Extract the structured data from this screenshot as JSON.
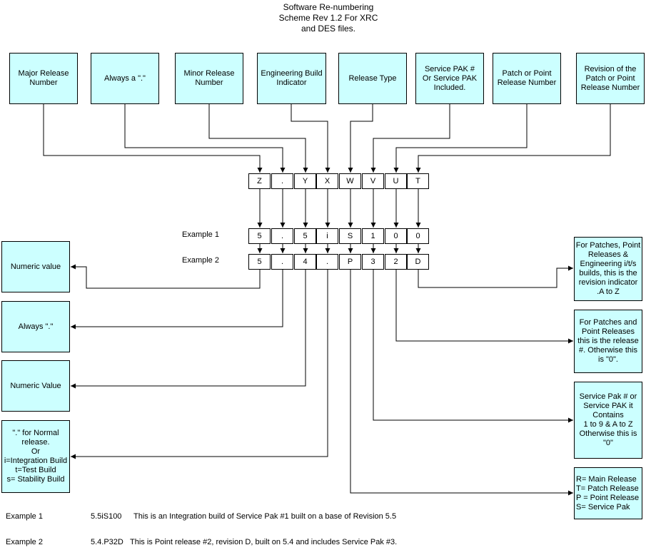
{
  "title": "Software Re-numbering\nScheme Rev 1.2 For XRC\nand DES files.",
  "top_boxes": [
    "Major Release\nNumber",
    "Always a \".\"",
    "Minor Release\nNumber",
    "Engineering Build\nIndicator",
    "Release Type",
    "Service PAK #\nOr Service PAK\nIncluded.",
    "Patch or Point\nRelease Number",
    "Revision of the\nPatch or Point\nRelease Number"
  ],
  "scheme_row": [
    "Z",
    ".",
    "Y",
    "X",
    "W",
    "V",
    "U",
    "T"
  ],
  "example1": {
    "label": "Example 1",
    "cells": [
      "5",
      ".",
      "5",
      "i",
      "S",
      "1",
      "0",
      "0"
    ]
  },
  "example2": {
    "label": "Example 2",
    "cells": [
      "5",
      ".",
      "4",
      ".",
      "P",
      "3",
      "2",
      "D"
    ]
  },
  "left_boxes": [
    "Numeric value",
    "Always \".\"",
    "Numeric Value",
    "\".\" for Normal\nrelease.\n  Or\ni=Integration Build\nt=Test Build\ns= Stability Build"
  ],
  "right_boxes": [
    "For Patches, Point\nReleases &\nEngineering i/t/s\nbuilds, this is the\nrevision indicator\n.A to Z",
    "For Patches and\nPoint Releases\nthis is the release\n#. Otherwise this\nis \"0\".",
    "Service Pak # or\nService PAK it\nContains\n1 to 9 & A to Z\nOtherwise this is\n\"0\"",
    "R= Main Release\nT= Patch Release\nP = Point Release\nS= Service Pak"
  ],
  "footer": [
    {
      "label": "Example 1",
      "code": "5.5iS100",
      "desc": "This is an Integration build of Service Pak #1 built on a base of Revision 5.5"
    },
    {
      "label": "Example 2",
      "code": "5.4.P32D",
      "desc": "This is Point release #2, revision D, built on 5.4 and includes Service Pak #3."
    }
  ]
}
